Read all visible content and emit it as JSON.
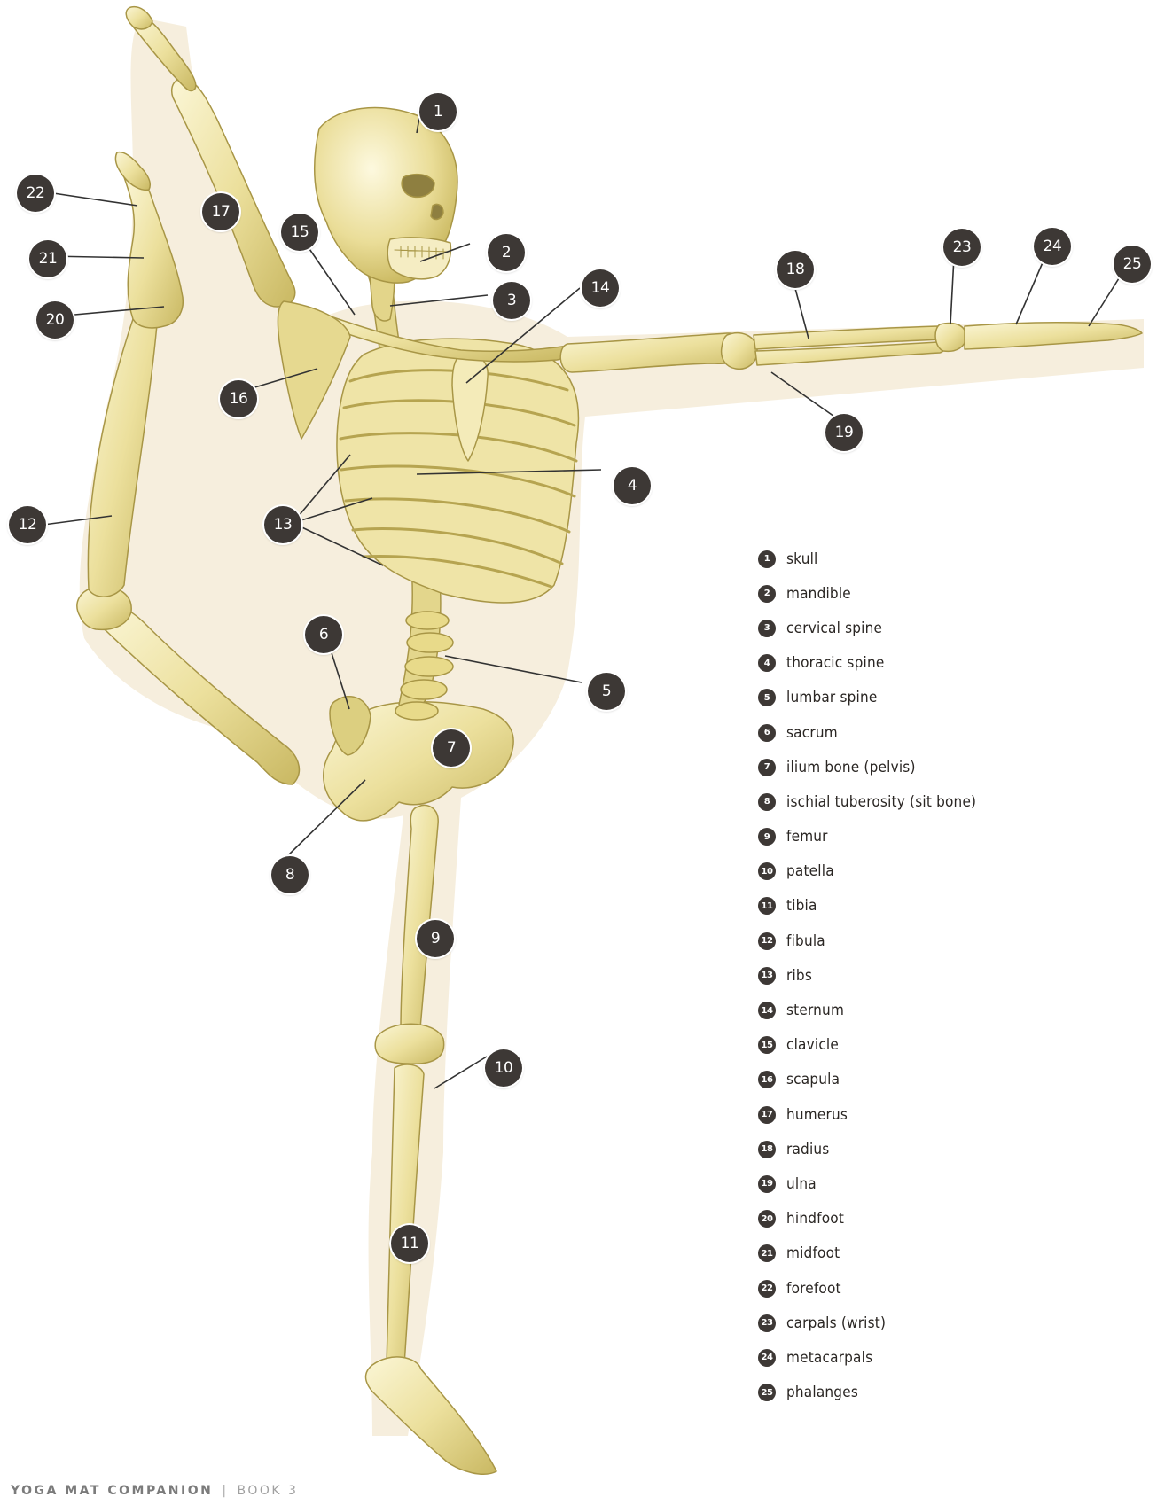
{
  "colors": {
    "bone": "#ede3a8",
    "bone_shade": "#cbbd6c",
    "flesh": "#f2e6cf",
    "callout_bg": "#3d3835",
    "leader": "#333333"
  },
  "callout_labels": [
    "1",
    "2",
    "3",
    "4",
    "5",
    "6",
    "7",
    "8",
    "9",
    "10",
    "11",
    "12",
    "13",
    "14",
    "15",
    "16",
    "17",
    "18",
    "19",
    "20",
    "21",
    "22",
    "23",
    "24",
    "25"
  ],
  "legend": {
    "items": [
      {
        "num": "1",
        "label": "skull"
      },
      {
        "num": "2",
        "label": "mandible"
      },
      {
        "num": "3",
        "label": "cervical spine"
      },
      {
        "num": "4",
        "label": "thoracic spine"
      },
      {
        "num": "5",
        "label": "lumbar spine"
      },
      {
        "num": "6",
        "label": "sacrum"
      },
      {
        "num": "7",
        "label": "ilium bone (pelvis)"
      },
      {
        "num": "8",
        "label": "ischial tuberosity (sit bone)"
      },
      {
        "num": "9",
        "label": "femur"
      },
      {
        "num": "10",
        "label": "patella"
      },
      {
        "num": "11",
        "label": "tibia"
      },
      {
        "num": "12",
        "label": "fibula"
      },
      {
        "num": "13",
        "label": "ribs"
      },
      {
        "num": "14",
        "label": "sternum"
      },
      {
        "num": "15",
        "label": "clavicle"
      },
      {
        "num": "16",
        "label": "scapula"
      },
      {
        "num": "17",
        "label": "humerus"
      },
      {
        "num": "18",
        "label": "radius"
      },
      {
        "num": "19",
        "label": "ulna"
      },
      {
        "num": "20",
        "label": "hindfoot"
      },
      {
        "num": "21",
        "label": "midfoot"
      },
      {
        "num": "22",
        "label": "forefoot"
      },
      {
        "num": "23",
        "label": "carpals (wrist)"
      },
      {
        "num": "24",
        "label": "metacarpals"
      },
      {
        "num": "25",
        "label": "phalanges"
      }
    ]
  },
  "footer": {
    "publication": "YOGA MAT COMPANION",
    "separator": "|",
    "book": "BOOK 3"
  }
}
